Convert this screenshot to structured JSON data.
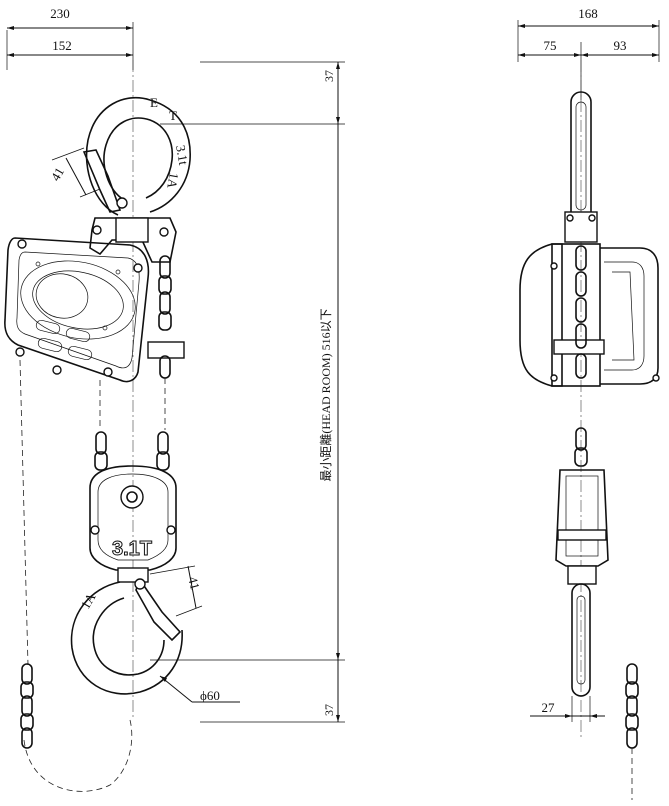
{
  "dimensions": {
    "overall_width": "230",
    "hook_offset": "152",
    "side_width": "168",
    "side_left": "75",
    "side_right": "93",
    "top_gap": "37",
    "bottom_gap": "37",
    "hook_opening_top": "41",
    "hook_opening_bottom": "41",
    "hook_diameter": "ϕ60",
    "bottom_hook_width": "27"
  },
  "labels": {
    "headroom": "最小距離(HEAD ROOM) 516以下",
    "body_marking": "3.1T",
    "hook_mark_top_1": "E",
    "hook_mark_top_2": "T",
    "hook_mark_top_3": "3.1t",
    "hook_mark_top_4": "1A",
    "hook_mark_bottom": "1A"
  },
  "icons": {
    "front_view": "lever-hoist-front-view",
    "side_view": "lever-hoist-side-view"
  }
}
